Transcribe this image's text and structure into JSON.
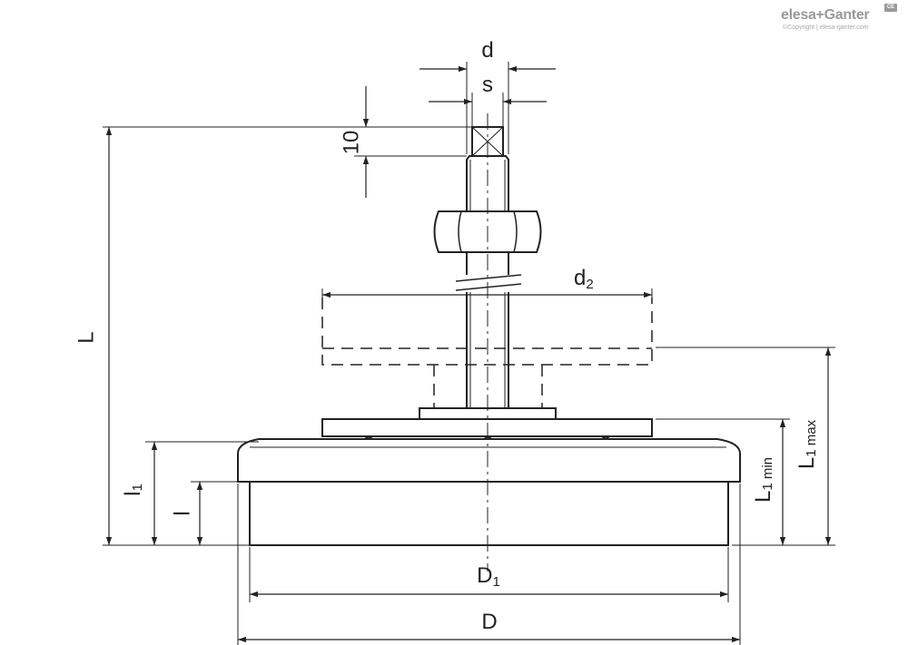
{
  "brand": {
    "name": "elesa+Ganter",
    "copyright": "©Copyright | elesa-ganter.com",
    "mark": "CE"
  },
  "dimensions": {
    "d": "d",
    "s": "s",
    "ten": "10",
    "L": "L",
    "d2_base": "d",
    "d2_sub": "2",
    "l1_base": "l",
    "l1_sub": "1",
    "l": "l",
    "D1_base": "D",
    "D1_sub": "1",
    "D": "D",
    "L1min_base": "L",
    "L1min_sub": "1 min",
    "L1max_base": "L",
    "L1max_sub": "1 max"
  },
  "colors": {
    "line": "#222222",
    "background": "#ffffff",
    "logo": "#9a9a9a"
  }
}
